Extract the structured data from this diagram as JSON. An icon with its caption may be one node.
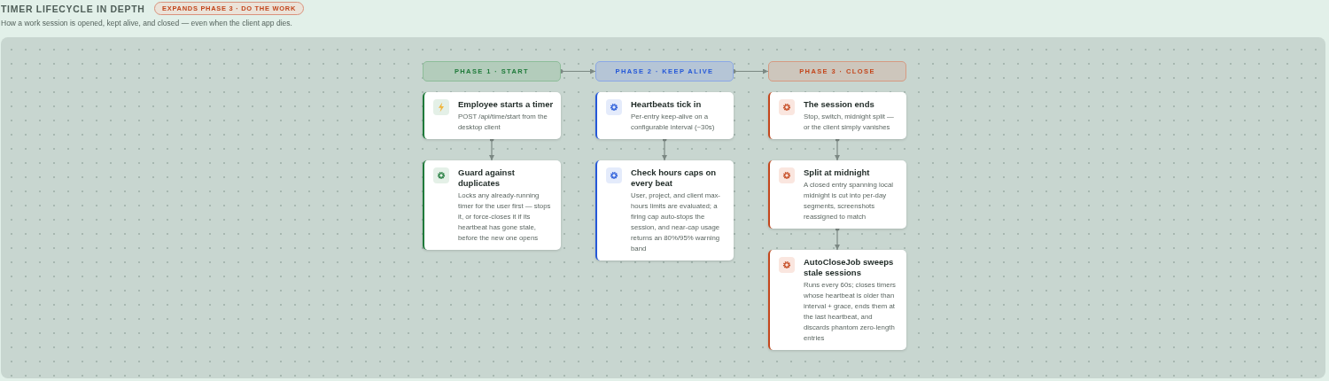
{
  "diagram": {
    "title": "TIMER LIFECYCLE IN DEPTH",
    "nodes": [
      {
        "text": [
          "PHASE 1 · START"
        ]
      },
      {
        "text": [
          "PHASE 2 · KEEP ALIVE"
        ]
      },
      {
        "text": [
          "PHASE 3 · CLOSE"
        ]
      },
      {
        "text": [
          "Employee starts a timer",
          "POST /api/time/start from the desktop client"
        ]
      },
      {
        "text": [
          "Guard against duplicates",
          "Locks any already-running timer for the user first — stops it, or force-closes it if its heartbeat has gone stale, before the new one opens"
        ]
      },
      {
        "text": [
          "Heartbeats tick in",
          "Per-entry keep-alive on a configurable interval (~30s)"
        ]
      },
      {
        "text": [
          "Check hours caps on every beat",
          "User, project, and client max-hours limits are evaluated; a firing cap auto-stops the session, and near-cap usage returns an 80%/95% warning band"
        ]
      },
      {
        "text": [
          "The session ends",
          "Stop, switch, midnight split — or the client simply vanishes"
        ]
      },
      {
        "text": [
          "Split at midnight",
          "A closed entry spanning local midnight is cut into per-day segments, screenshots reassigned to match"
        ]
      },
      {
        "text": [
          "AutoCloseJob sweeps stale sessions",
          "Runs every 60s; closes timers whose heartbeat is older than interval + grace, ends them at the last heartbeat, and discards phantom zero-length entries"
        ]
      }
    ],
    "edges": [
      {
        "from": 0,
        "to": 1,
        "arrow": "to"
      },
      {
        "from": 1,
        "to": 2,
        "arrow": "to"
      },
      {
        "from": 3,
        "to": 4,
        "arrow": "to"
      },
      {
        "from": 5,
        "to": 6,
        "arrow": "to"
      },
      {
        "from": 7,
        "to": 8,
        "arrow": "to"
      },
      {
        "from": 8,
        "to": 9,
        "arrow": "to"
      }
    ],
    "labels": [
      "EXPANDS PHASE 3 · DO THE WORK",
      "How a work session is opened, kept alive, and closed — even when the client app dies."
    ]
  }
}
